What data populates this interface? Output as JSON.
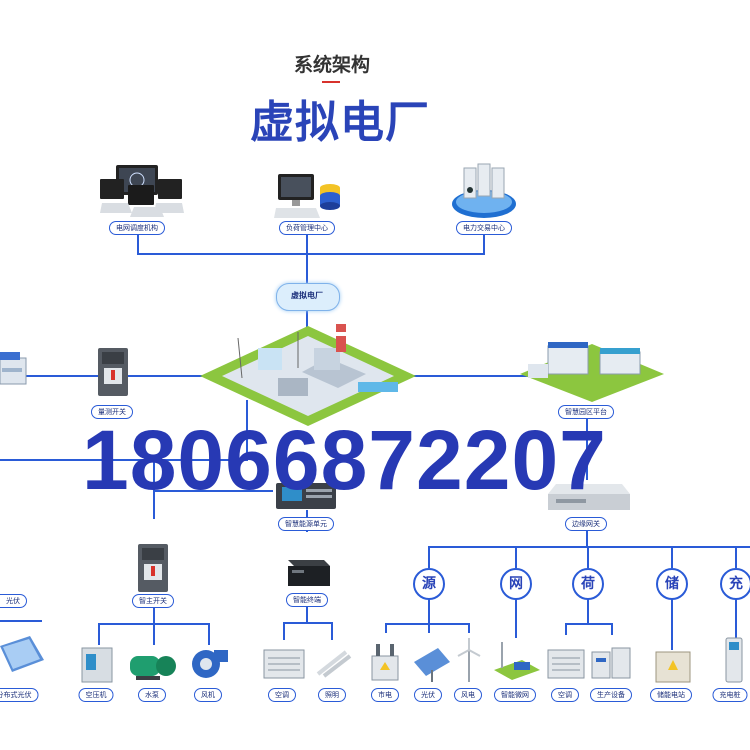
{
  "header": {
    "subtitle": "系统架构",
    "title": "虚拟电厂"
  },
  "top_nodes": [
    {
      "label": "电网调度机构",
      "icon": "dispatch-monitors-icon"
    },
    {
      "label": "负荷管理中心",
      "icon": "load-management-server-icon"
    },
    {
      "label": "电力交易中心",
      "icon": "power-trading-datacenter-icon"
    }
  ],
  "hub": {
    "label": "虚拟电厂",
    "icon": "virtual-power-plant-city-icon"
  },
  "middle_nodes": {
    "meter_switch": "量测开关",
    "smart_park": "智慧园区平台",
    "energy_unit": "智慧能源单元",
    "edge_gateway": "边缘网关"
  },
  "lower_left": {
    "breaker": "智主开关",
    "smart_cabinet": "智能终端",
    "left_partial": "光伏"
  },
  "categories": [
    "源",
    "网",
    "荷",
    "储",
    "充"
  ],
  "bottom_labels": {
    "solar_left": "分布式光伏",
    "air_compressor": "空压机",
    "water_pump": "水泵",
    "fan": "风机",
    "ac_left": "空调",
    "lighting": "照明",
    "grid": "市电",
    "solar": "光伏",
    "wind": "风电",
    "microgrid": "智能微网",
    "ac_right": "空调",
    "production": "生产设备",
    "storage": "储能电站",
    "charger": "充电桩"
  },
  "watermark": "18066872207",
  "colors": {
    "line": "#2a5bd7",
    "title": "#2a44b8",
    "watermark": "#2739b4",
    "accent": "#d8322c"
  }
}
